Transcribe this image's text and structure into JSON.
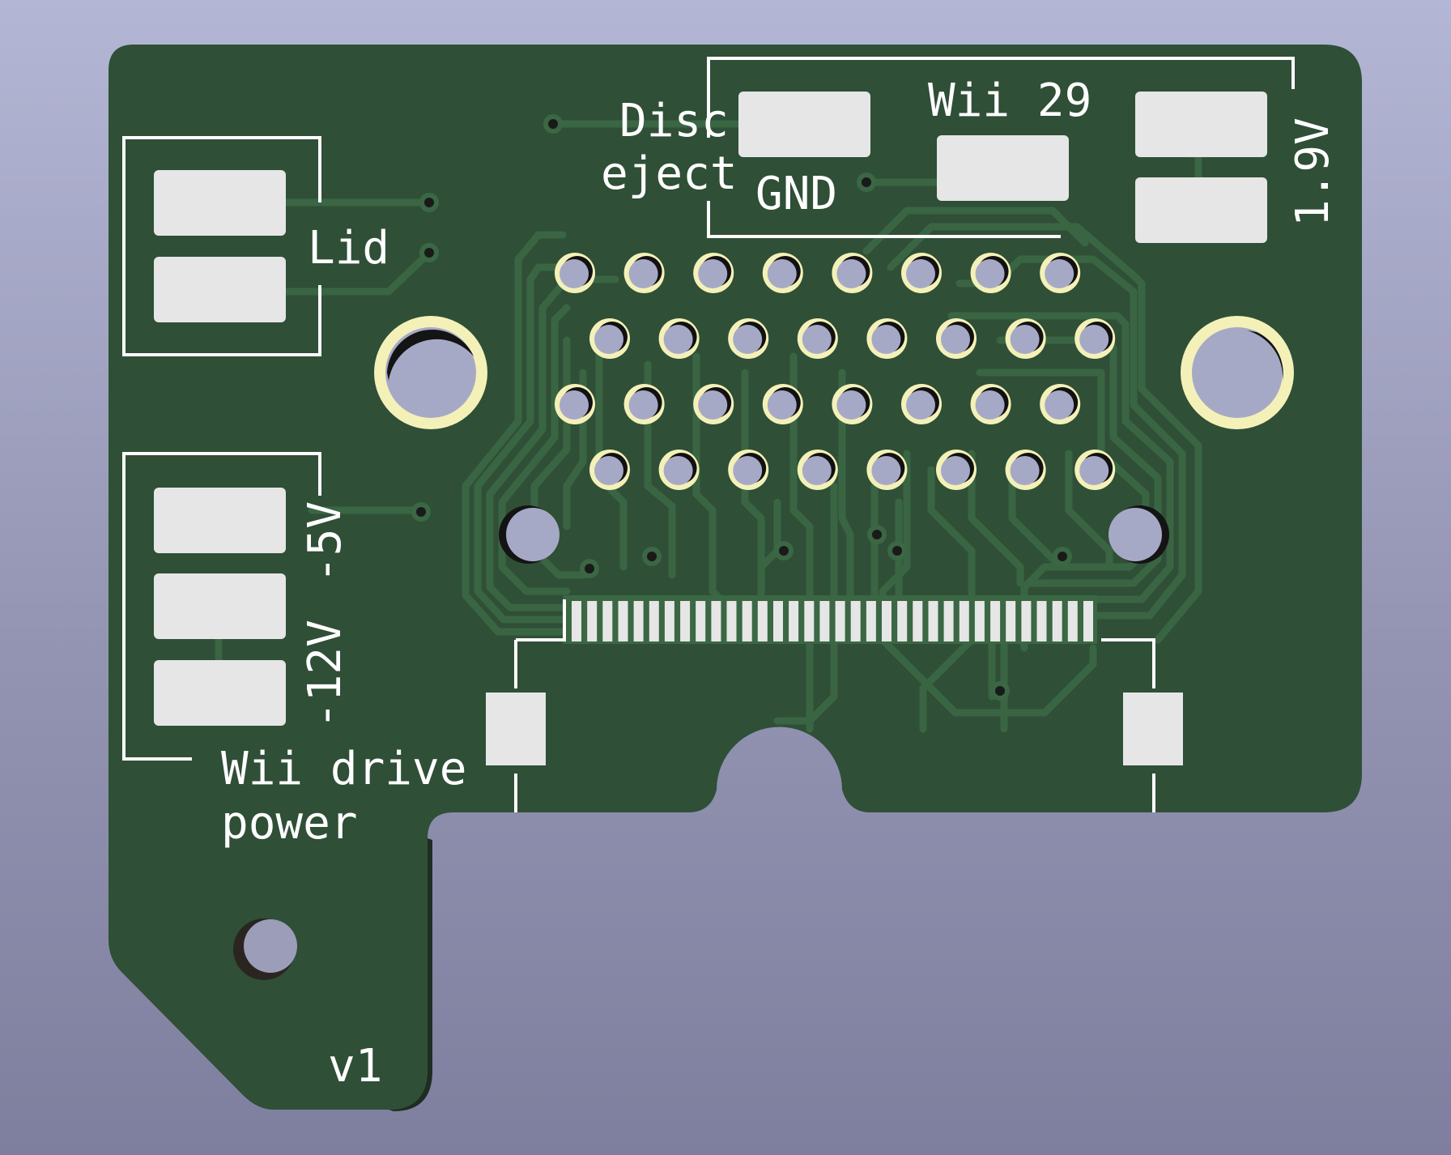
{
  "board": {
    "colors": {
      "background_top": "#b3b6d4",
      "background_bottom": "#7e7f9e",
      "substrate": "#2f4f37",
      "trace": "#3b6744",
      "pad": "#e6e6e6",
      "silkscreen": "#ffffff",
      "plated_ring": "#f4f1b8",
      "via": "#1a1a1a"
    },
    "labels": {
      "disc": "Disc",
      "eject": "eject",
      "gnd": "GND",
      "wii29": "Wii 29",
      "v19": "1.9V",
      "lid": "Lid",
      "v5": "-5V",
      "v12": "-12V",
      "wii_drive": "Wii drive",
      "power": "power",
      "version": "v1"
    },
    "connector": {
      "rows": 4,
      "pins_per_row": 8,
      "fpc_fingers": 34
    }
  }
}
